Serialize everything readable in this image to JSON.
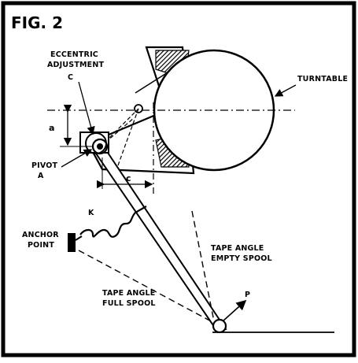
{
  "figure": {
    "title": "FIG. 2"
  },
  "labels": {
    "eccentric_line1": "ECCENTRIC",
    "eccentric_line2": "ADJUSTMENT",
    "eccentric_letter": "C",
    "turntable": "TURNTABLE",
    "dim_a": "a",
    "pivot_line1": "PIVOT",
    "pivot_line2": "A",
    "dim_c": "c",
    "spring": "K",
    "anchor_line1": "ANCHOR",
    "anchor_line2": "POINT",
    "tape_empty_line1": "TAPE ANGLE",
    "tape_empty_line2": "EMPTY SPOOL",
    "tape_full_line1": "TAPE ANGLE",
    "tape_full_line2": "FULL SPOOL",
    "force": "P"
  },
  "colors": {
    "ink": "#000000",
    "paper": "#ffffff",
    "shade": "#555555"
  }
}
